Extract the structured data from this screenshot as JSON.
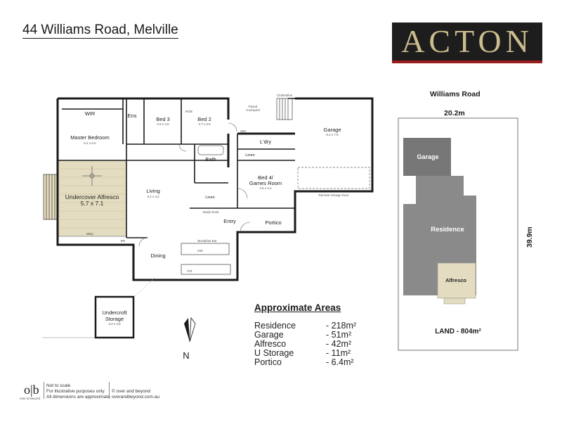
{
  "header": {
    "address": "44 Williams Road, Melville",
    "logo_text": "ACTON"
  },
  "floorplan": {
    "rooms": {
      "wir": "WIR",
      "ens": "Ens",
      "master_bedroom": "Master Bedroom",
      "master_bedroom_size": "5.4 x 5.0",
      "bed3": "Bed 3",
      "bed3_size": "2.9 x 3.6",
      "bed2": "Bed 2",
      "bed2_size": "3.7 x 3.6",
      "bath": "Bath",
      "ldry": "L'dry",
      "linen": "Linen",
      "linen2": "Linen",
      "garage": "Garage",
      "garage_size": "6.2 x 7.5",
      "paved_courtyard_line1": "Paved",
      "paved_courtyard_line2": "Courtyard",
      "clothesline": "Clothesline",
      "bed4_line1": "Bed 4/",
      "bed4_line2": "Games Room",
      "bed4_size": "4.5 x 4.1",
      "remote_garage_door": "Remote Garage Door",
      "alfresco_name": "Undercover Alfresco",
      "alfresco_size": "5.7 x 7.1",
      "living": "Living",
      "living_size": "4.2 x 4.2",
      "study_nook": "Study Nook",
      "entry": "Entry",
      "portico": "Portico",
      "dining": "Dining",
      "breakfast_bar": "Breakfast Bar",
      "undercroft_line1": "Undercroft",
      "undercroft_line2": "Storage",
      "undercroft_size": "3.2 x 3.5",
      "wm": "WM",
      "rob": "ROB",
      "dw": "DW",
      "bbq": "BBQ",
      "fr": "F/R",
      "br": "BR"
    },
    "north_label": "N"
  },
  "site_plan": {
    "street": "Williams Road",
    "width": "20.2m",
    "depth": "39.9m",
    "garage": "Garage",
    "residence": "Residence",
    "alfresco": "Alfresco",
    "land": "LAND - 804m²"
  },
  "areas": {
    "title": "Approximate Areas",
    "rows": [
      {
        "label": "Residence",
        "value": "- 218m²"
      },
      {
        "label": "Garage",
        "value": "- 51m²"
      },
      {
        "label": "Alfresco",
        "value": "- 42m²"
      },
      {
        "label": "U Storage",
        "value": "- 11m²"
      },
      {
        "label": "Portico",
        "value": "- 6.4m²"
      }
    ]
  },
  "footer": {
    "logo": "o|b",
    "logo_sub": "over & beyond",
    "disclaimer_1": "Not to scale",
    "disclaimer_2": "For illustrative purposes only",
    "disclaimer_3": "All dimensions are approximate",
    "copyright": "© over and beyond",
    "website": "overandbeyond.com.au"
  },
  "colors": {
    "logo_bg": "#1d1d1d",
    "logo_text": "#cbbd8e",
    "logo_bar": "#9b1d1d",
    "alfresco_fill": "#e4dcc0",
    "site_building": "#8a8a8a",
    "site_garage": "#777777"
  }
}
